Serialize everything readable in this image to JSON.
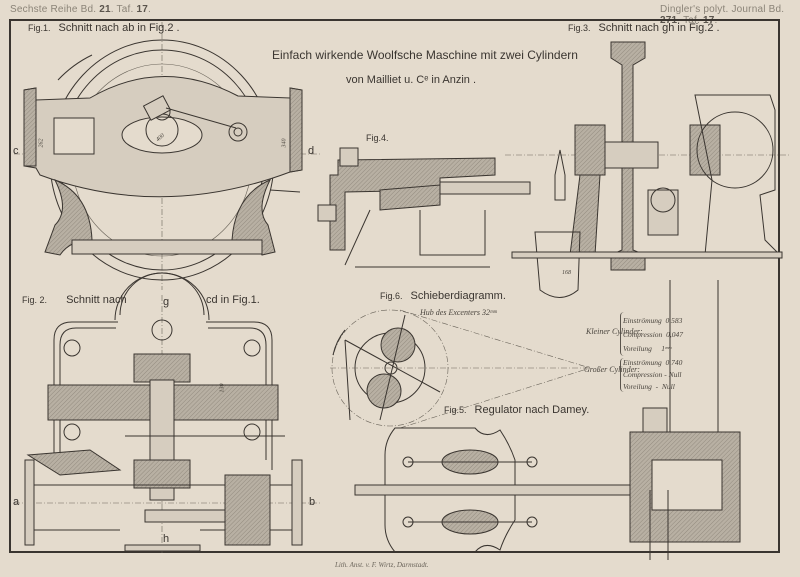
{
  "header": {
    "left_series": "Sechste Reihe Bd.",
    "left_volume": "21",
    "left_taf_prefix": ". Taf.",
    "left_plate": "17",
    "right_journal": "Dingler's polyt. Journal Bd.",
    "right_volume": "271",
    "right_taf_prefix": ". Taf.",
    "right_plate": "17"
  },
  "title": {
    "line1": "Einfach wirkende Woolfsche Maschine mit zwei Cylindern",
    "line2": "von Mailliet u. Cᵉ in Anzin ."
  },
  "figures": [
    {
      "id": "fig1",
      "number": "Fig.1.",
      "caption": "Schnitt nach ab in Fig.2 ."
    },
    {
      "id": "fig2",
      "number": "Fig. 2.",
      "caption_left": "Schnitt nach",
      "caption_right": "cd in Fig.1."
    },
    {
      "id": "fig3",
      "number": "Fig.3.",
      "caption": "Schnitt nach gh in Fig.2 ."
    },
    {
      "id": "fig4",
      "number": "Fig.4.",
      "caption": ""
    },
    {
      "id": "fig5",
      "number": "Fig.5.",
      "caption": "Regulator nach Damey."
    },
    {
      "id": "fig6",
      "number": "Fig.6.",
      "caption": "Schieberdiagramm."
    }
  ],
  "section_letters": {
    "c": "c",
    "d": "d",
    "a": "a",
    "b": "b",
    "g": "g",
    "h": "h"
  },
  "slide_diagram": {
    "stroke_note": "Hub des Excenters 32ᵐᵐ",
    "small_cylinder": {
      "label": "Kleiner Cylinder:",
      "rows": [
        {
          "name": "Einströmung",
          "value": "0,583"
        },
        {
          "name": "Compression",
          "value": "0,047"
        },
        {
          "name": "Voreilung",
          "value": "1ᵐᵐ"
        }
      ]
    },
    "large_cylinder": {
      "label": "Großer Cylinder:",
      "rows": [
        {
          "name": "Einströmung",
          "value": "0,740"
        },
        {
          "name": "Compression",
          "value": "Null"
        },
        {
          "name": "Voreilung",
          "value": "Null"
        }
      ]
    }
  },
  "dimensions": {
    "fig1_left": "262",
    "fig1_right": "340",
    "fig1_center": "400",
    "fig2_top": "130",
    "fig3_piston": "168"
  },
  "footer": {
    "imprint": "Lith. Anst. v. F. Wirtz, Darmstadt."
  }
}
